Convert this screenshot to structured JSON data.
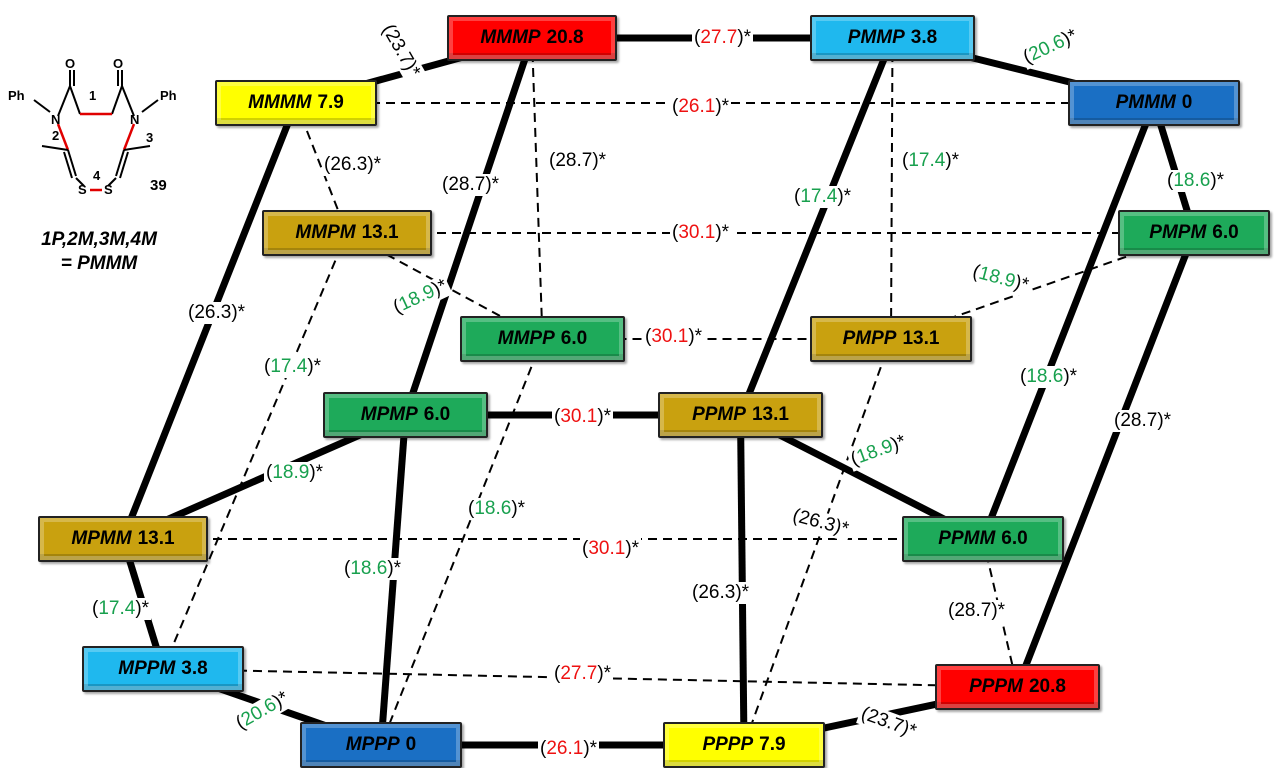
{
  "colors": {
    "yellow": "#ffff00",
    "red": "#ff0000",
    "light_blue": "#1fb8ee",
    "dark_blue": "#1a6fc4",
    "gold": "#c9a10f",
    "green": "#1eaa5a",
    "green_text": "#18a04e",
    "red_text": "#ee1111"
  },
  "molecule": {
    "ph_left": "Ph",
    "ph_right": "Ph",
    "n_left": "N",
    "n_right": "N",
    "o_left": "O",
    "o_right": "O",
    "s_left": "S",
    "s_right": "S",
    "num1": "1",
    "num2": "2",
    "num3": "3",
    "num4": "4",
    "compound": "39",
    "label_line1": "1P,2M,3M,4M",
    "label_line2": "= PMMM"
  },
  "nodes": [
    {
      "id": "MMMP",
      "name": "MMMP",
      "energy": "20.8",
      "color": "red"
    },
    {
      "id": "PMMP",
      "name": "PMMP",
      "energy": "3.8",
      "color": "light_blue"
    },
    {
      "id": "MMMM",
      "name": "MMMM",
      "energy": "7.9",
      "color": "yellow"
    },
    {
      "id": "PMMM",
      "name": "PMMM",
      "energy": "0",
      "color": "dark_blue"
    },
    {
      "id": "MMPM",
      "name": "MMPM",
      "energy": "13.1",
      "color": "gold"
    },
    {
      "id": "PMPM",
      "name": "PMPM",
      "energy": "6.0",
      "color": "green"
    },
    {
      "id": "MMPP",
      "name": "MMPP",
      "energy": "6.0",
      "color": "green"
    },
    {
      "id": "PMPP",
      "name": "PMPP",
      "energy": "13.1",
      "color": "gold"
    },
    {
      "id": "MPMP",
      "name": "MPMP",
      "energy": "6.0",
      "color": "green"
    },
    {
      "id": "PPMP",
      "name": "PPMP",
      "energy": "13.1",
      "color": "gold"
    },
    {
      "id": "MPMM",
      "name": "MPMM",
      "energy": "13.1",
      "color": "gold"
    },
    {
      "id": "PPMM",
      "name": "PPMM",
      "energy": "6.0",
      "color": "green"
    },
    {
      "id": "MPPM",
      "name": "MPPM",
      "energy": "3.8",
      "color": "light_blue"
    },
    {
      "id": "PPPM",
      "name": "PPPM",
      "energy": "20.8",
      "color": "red"
    },
    {
      "id": "MPPP",
      "name": "MPPP",
      "energy": "0",
      "color": "dark_blue"
    },
    {
      "id": "PPPP",
      "name": "PPPP",
      "energy": "7.9",
      "color": "yellow"
    }
  ],
  "edges": [
    {
      "from": "MMMP",
      "to": "PMMP",
      "value": "27.7",
      "color": "red",
      "style": "solid"
    },
    {
      "from": "MMMM",
      "to": "PMMM",
      "value": "26.1",
      "color": "red",
      "style": "dashed"
    },
    {
      "from": "MMPM",
      "to": "PMPM",
      "value": "30.1",
      "color": "red",
      "style": "dashed"
    },
    {
      "from": "MMPP",
      "to": "PMPP",
      "value": "30.1",
      "color": "red",
      "style": "dashed"
    },
    {
      "from": "MPMP",
      "to": "PPMP",
      "value": "30.1",
      "color": "red",
      "style": "solid"
    },
    {
      "from": "MPMM",
      "to": "PPMM",
      "value": "30.1",
      "color": "red",
      "style": "dashed"
    },
    {
      "from": "MPPM",
      "to": "PPPM",
      "value": "27.7",
      "color": "red",
      "style": "dashed"
    },
    {
      "from": "MPPP",
      "to": "PPPP",
      "value": "26.1",
      "color": "red",
      "style": "solid"
    },
    {
      "from": "MMMM",
      "to": "MMMP",
      "value": "23.7",
      "color": "black",
      "style": "solid"
    },
    {
      "from": "PMMP",
      "to": "PMMM",
      "value": "20.6",
      "color": "green",
      "style": "solid"
    },
    {
      "from": "MMMM",
      "to": "MMPM",
      "value": "26.3",
      "color": "black",
      "style": "dashed"
    },
    {
      "from": "MMMP",
      "to": "MPMP",
      "value": "28.7",
      "color": "black",
      "style": "solid"
    },
    {
      "from": "MMMP",
      "to": "MMPP",
      "value": "28.7",
      "color": "black",
      "style": "dashed"
    },
    {
      "from": "PMMP",
      "to": "PPMP",
      "value": "17.4",
      "color": "green",
      "style": "solid"
    },
    {
      "from": "PMMP",
      "to": "PMPP",
      "value": "17.4",
      "color": "green",
      "style": "dashed"
    },
    {
      "from": "PMMM",
      "to": "PMPM",
      "value": "18.6",
      "color": "green",
      "style": "solid"
    },
    {
      "from": "MMMM",
      "to": "MPMM",
      "value": "26.3",
      "color": "black",
      "style": "solid"
    },
    {
      "from": "MMPM",
      "to": "MMPP",
      "value": "18.9",
      "color": "green",
      "style": "dashed"
    },
    {
      "from": "PMPP",
      "to": "PMPM",
      "value": "18.9",
      "color": "green",
      "style": "dashed"
    },
    {
      "from": "MMPM",
      "to": "MPPM",
      "value": "17.4",
      "color": "green",
      "style": "dashed"
    },
    {
      "from": "PMMM",
      "to": "PPMM",
      "value": "18.6",
      "color": "green",
      "style": "solid"
    },
    {
      "from": "PMPM",
      "to": "PPPM",
      "value": "28.7",
      "color": "black",
      "style": "solid"
    },
    {
      "from": "MPMP",
      "to": "MPMM",
      "value": "18.9",
      "color": "green",
      "style": "solid"
    },
    {
      "from": "MMPP",
      "to": "MPPP",
      "value": "18.6",
      "color": "green",
      "style": "dashed"
    },
    {
      "from": "PPMP",
      "to": "PPMM",
      "value": "18.9",
      "color": "green",
      "style": "solid"
    },
    {
      "from": "PMPP",
      "to": "PPPP",
      "value": "26.3",
      "color": "black",
      "style": "dashed"
    },
    {
      "from": "MPMP",
      "to": "MPPP",
      "value": "18.6",
      "color": "green",
      "style": "solid"
    },
    {
      "from": "PPMP",
      "to": "PPPP",
      "value": "26.3",
      "color": "black",
      "style": "solid"
    },
    {
      "from": "PPMM",
      "to": "PPPM",
      "value": "28.7",
      "color": "black",
      "style": "dashed"
    },
    {
      "from": "MPMM",
      "to": "MPPM",
      "value": "17.4",
      "color": "green",
      "style": "solid"
    },
    {
      "from": "MPPM",
      "to": "MPPP",
      "value": "20.6",
      "color": "green",
      "style": "solid"
    },
    {
      "from": "PPPP",
      "to": "PPPM",
      "value": "23.7",
      "color": "black",
      "style": "solid"
    }
  ],
  "label_suffix": "*"
}
